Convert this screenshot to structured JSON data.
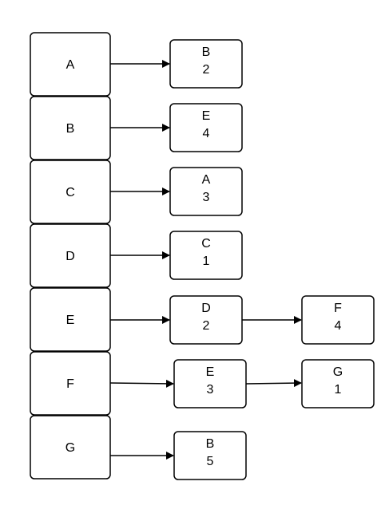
{
  "vertices": [
    {
      "label": "A",
      "edges": [
        {
          "node": "B",
          "weight": "2"
        }
      ]
    },
    {
      "label": "B",
      "edges": [
        {
          "node": "E",
          "weight": "4"
        }
      ]
    },
    {
      "label": "C",
      "edges": [
        {
          "node": "A",
          "weight": "3"
        }
      ]
    },
    {
      "label": "D",
      "edges": [
        {
          "node": "C",
          "weight": "1"
        }
      ]
    },
    {
      "label": "E",
      "edges": [
        {
          "node": "D",
          "weight": "2"
        },
        {
          "node": "F",
          "weight": "4"
        }
      ]
    },
    {
      "label": "F",
      "edges": [
        {
          "node": "E",
          "weight": "3"
        },
        {
          "node": "G",
          "weight": "1"
        }
      ]
    },
    {
      "label": "G",
      "edges": [
        {
          "node": "B",
          "weight": "5"
        }
      ]
    }
  ]
}
